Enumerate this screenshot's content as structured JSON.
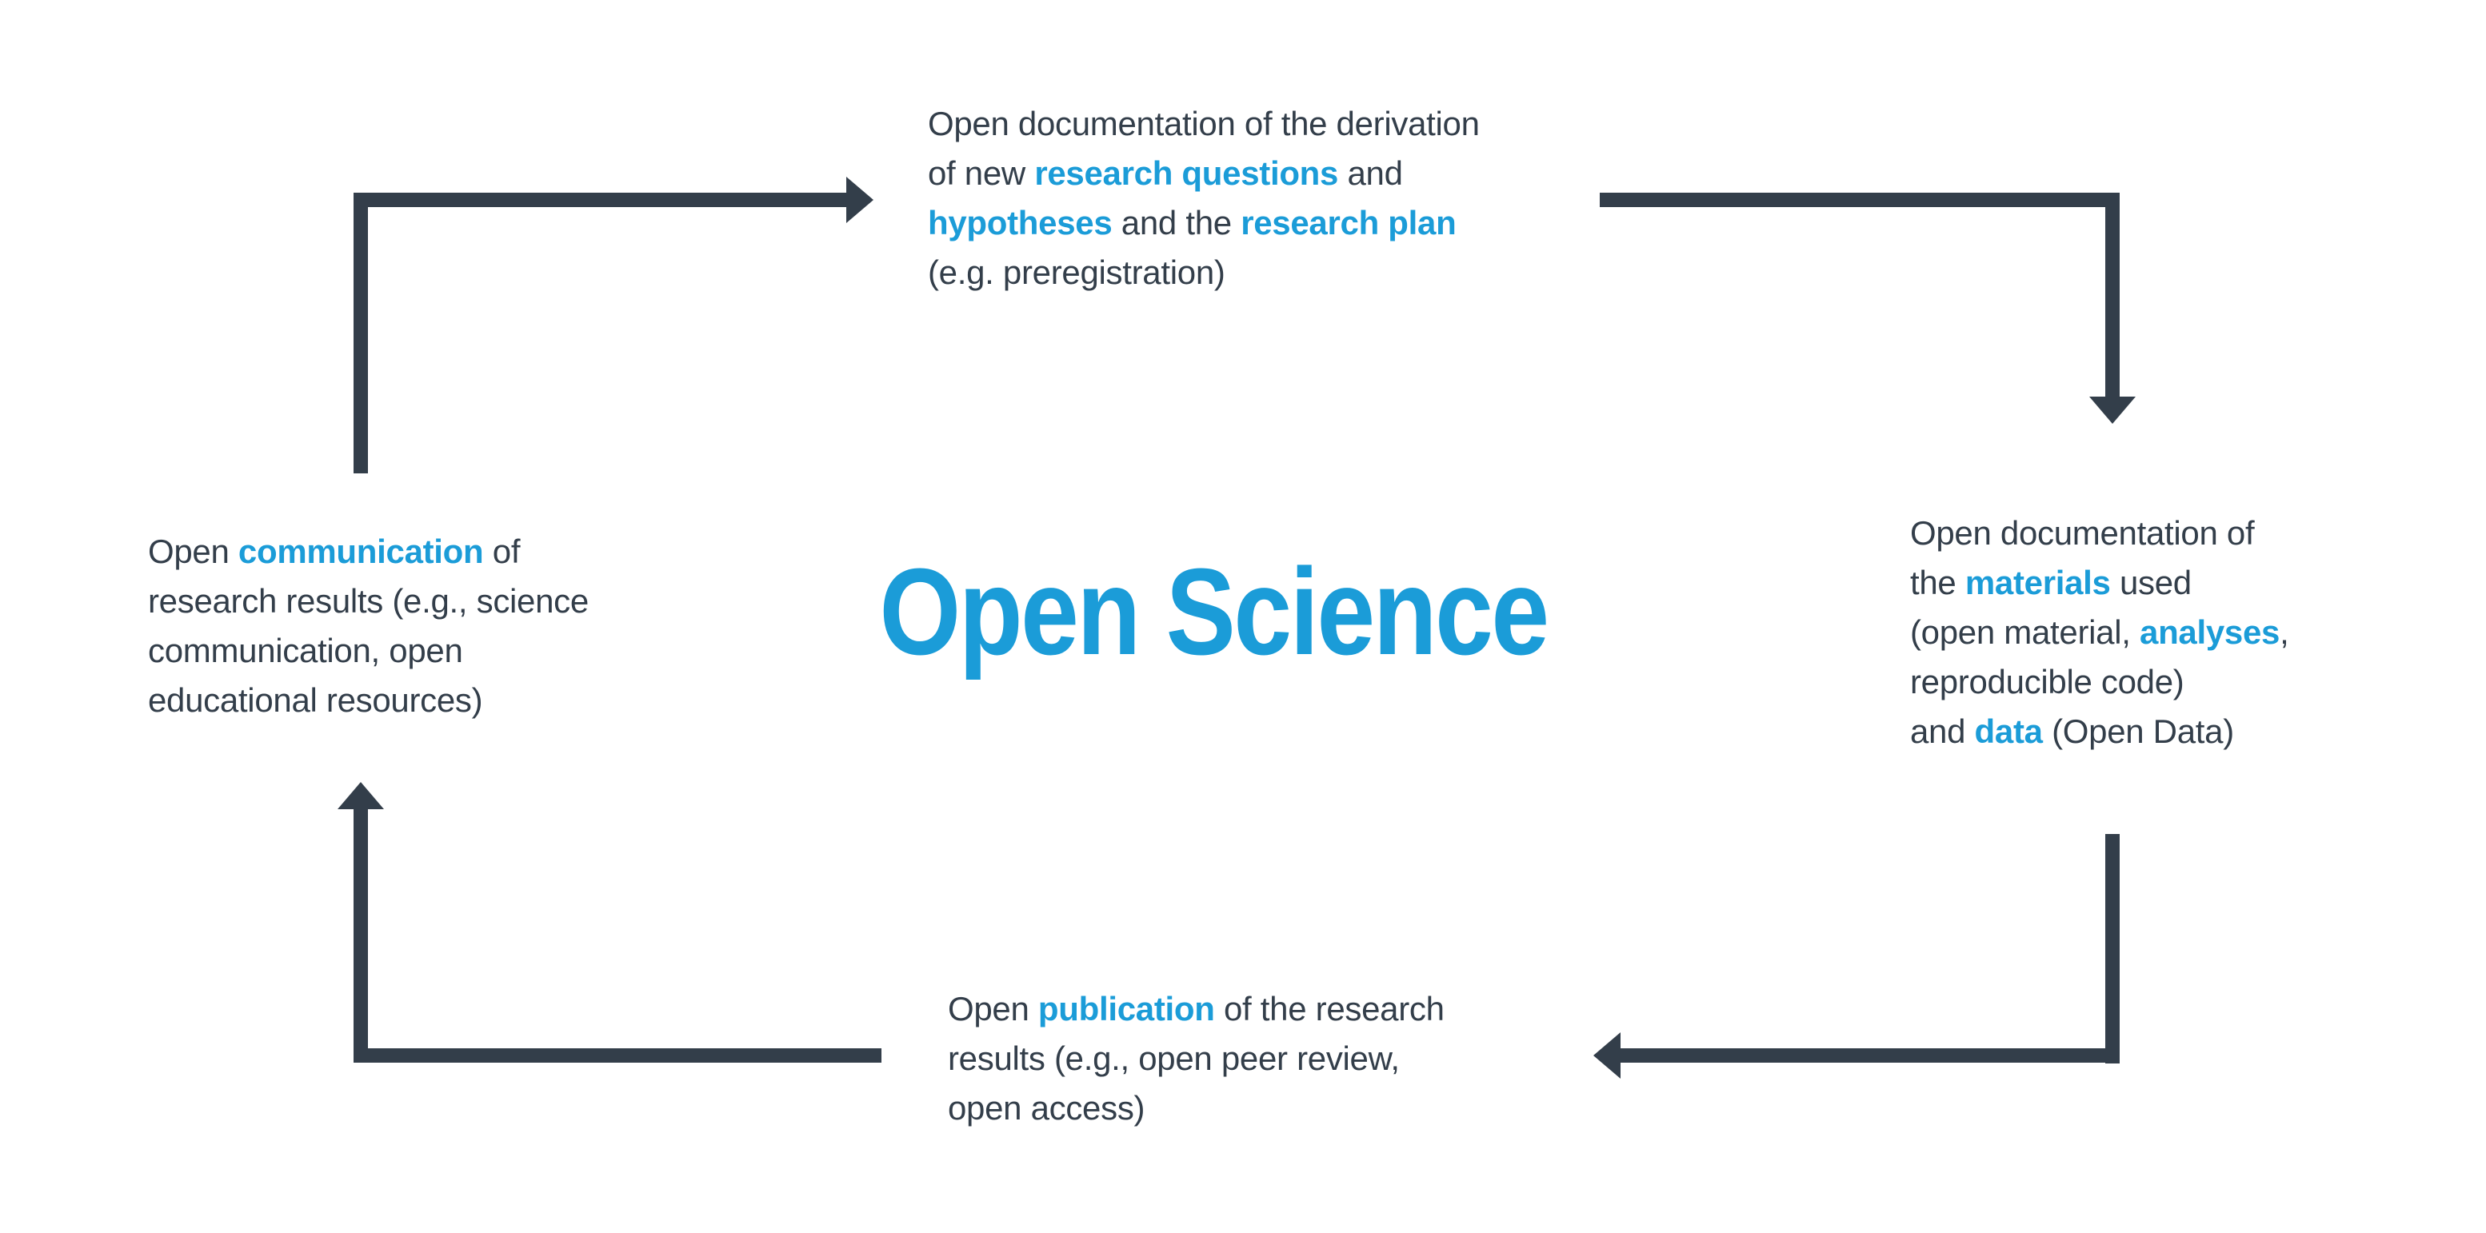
{
  "palette": {
    "text_dark": "#333e4a",
    "accent_blue": "#1b9cd8",
    "background": "#ffffff"
  },
  "title": {
    "text": "Open Science"
  },
  "nodes": {
    "top": {
      "label": "open-documentation-research-questions",
      "lines": [
        [
          {
            "text": "Open documentation of the derivation",
            "accent": false
          }
        ],
        [
          {
            "text": "of new ",
            "accent": false
          },
          {
            "text": "research questions",
            "accent": true
          },
          {
            "text": " and",
            "accent": false
          }
        ],
        [
          {
            "text": "hypotheses",
            "accent": true
          },
          {
            "text": " and the ",
            "accent": false
          },
          {
            "text": "research plan",
            "accent": true
          }
        ],
        [
          {
            "text": "(e.g. preregistration)",
            "accent": false
          }
        ]
      ]
    },
    "right": {
      "label": "open-documentation-materials-data",
      "lines": [
        [
          {
            "text": "Open documentation of",
            "accent": false
          }
        ],
        [
          {
            "text": "the ",
            "accent": false
          },
          {
            "text": "materials",
            "accent": true
          },
          {
            "text": " used",
            "accent": false
          }
        ],
        [
          {
            "text": "(open material, ",
            "accent": false
          },
          {
            "text": "analyses",
            "accent": true
          },
          {
            "text": ",",
            "accent": false
          }
        ],
        [
          {
            "text": "reproducible code)",
            "accent": false
          }
        ],
        [
          {
            "text": "and ",
            "accent": false
          },
          {
            "text": "data",
            "accent": true
          },
          {
            "text": " (Open Data)",
            "accent": false
          }
        ]
      ]
    },
    "bottom": {
      "label": "open-publication",
      "lines": [
        [
          {
            "text": "Open ",
            "accent": false
          },
          {
            "text": "publication",
            "accent": true
          },
          {
            "text": " of the research",
            "accent": false
          }
        ],
        [
          {
            "text": "results (e.g., open peer review,",
            "accent": false
          }
        ],
        [
          {
            "text": "open access)",
            "accent": false
          }
        ]
      ]
    },
    "left": {
      "label": "open-communication",
      "lines": [
        [
          {
            "text": "Open ",
            "accent": false
          },
          {
            "text": "communication",
            "accent": true
          },
          {
            "text": " of",
            "accent": false
          }
        ],
        [
          {
            "text": "research results (e.g., science",
            "accent": false
          }
        ],
        [
          {
            "text": "communication, open",
            "accent": false
          }
        ],
        [
          {
            "text": "educational resources)",
            "accent": false
          }
        ]
      ]
    }
  },
  "arrows": [
    {
      "id": "arrow-communication-to-questions",
      "direction": "right"
    },
    {
      "id": "arrow-questions-to-materials",
      "direction": "down"
    },
    {
      "id": "arrow-materials-to-publication",
      "direction": "left"
    },
    {
      "id": "arrow-publication-to-communication",
      "direction": "up"
    }
  ]
}
